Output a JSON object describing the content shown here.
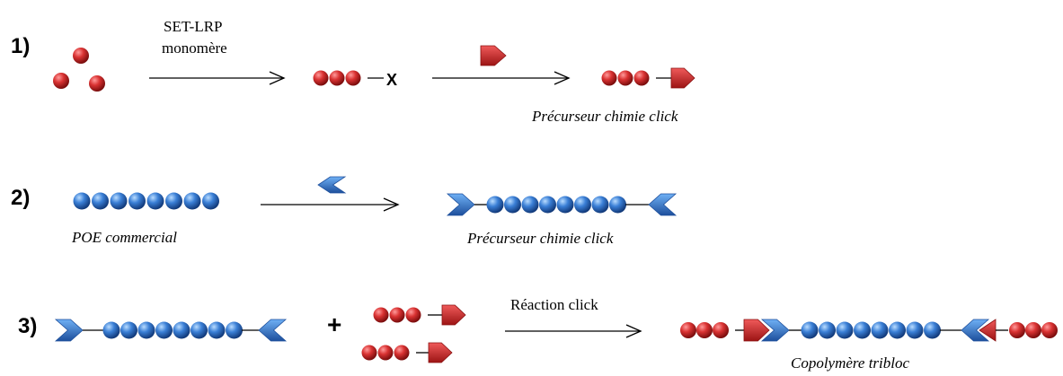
{
  "steps": {
    "s1": "1)",
    "s2": "2)",
    "s3": "3)"
  },
  "reaction1": {
    "top_label": "SET-LRP",
    "bottom_label": "monomère",
    "end_group": "X",
    "product_caption": "Précurseur chimie click"
  },
  "reaction2": {
    "reactant_caption": "POE commercial",
    "product_caption": "Précurseur chimie click"
  },
  "reaction3": {
    "plus_sign": "+",
    "arrow_label": "Réaction click",
    "product_caption": "Copolymère tribloc"
  },
  "colors": {
    "red_bead": "#c62a2a",
    "blue_bead": "#2f6fc6",
    "line": "#000000"
  }
}
